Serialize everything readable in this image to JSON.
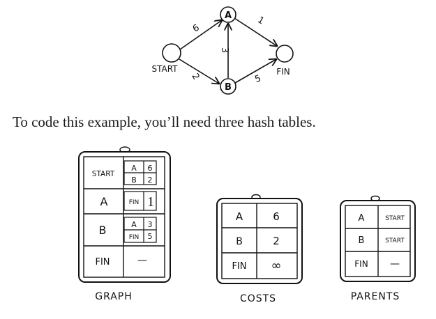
{
  "graph": {
    "nodes": [
      {
        "id": "start",
        "label": "START"
      },
      {
        "id": "a",
        "label": "A"
      },
      {
        "id": "b",
        "label": "B"
      },
      {
        "id": "fin",
        "label": "FIN"
      }
    ],
    "edges": [
      {
        "from": "START",
        "to": "A",
        "weight": "6"
      },
      {
        "from": "START",
        "to": "B",
        "weight": "2"
      },
      {
        "from": "B",
        "to": "A",
        "weight": "3"
      },
      {
        "from": "A",
        "to": "FIN",
        "weight": "1"
      },
      {
        "from": "B",
        "to": "FIN",
        "weight": "5"
      }
    ]
  },
  "caption": "To code this example, you’ll need three hash tables.",
  "tables": {
    "graph": {
      "title": "GRAPH",
      "rows": [
        {
          "key": "START",
          "neighbors": [
            {
              "node": "A",
              "cost": "6"
            },
            {
              "node": "B",
              "cost": "2"
            }
          ]
        },
        {
          "key": "A",
          "neighbors": [
            {
              "node": "FIN",
              "cost": "1"
            }
          ]
        },
        {
          "key": "B",
          "neighbors": [
            {
              "node": "A",
              "cost": "3"
            },
            {
              "node": "FIN",
              "cost": "5"
            }
          ]
        },
        {
          "key": "FIN",
          "empty": "—"
        }
      ]
    },
    "costs": {
      "title": "COSTS",
      "rows": [
        {
          "key": "A",
          "value": "6"
        },
        {
          "key": "B",
          "value": "2"
        },
        {
          "key": "FIN",
          "value": "∞"
        }
      ]
    },
    "parents": {
      "title": "PARENTS",
      "rows": [
        {
          "key": "A",
          "value": "START"
        },
        {
          "key": "B",
          "value": "START"
        },
        {
          "key": "FIN",
          "value": "—"
        }
      ]
    }
  }
}
